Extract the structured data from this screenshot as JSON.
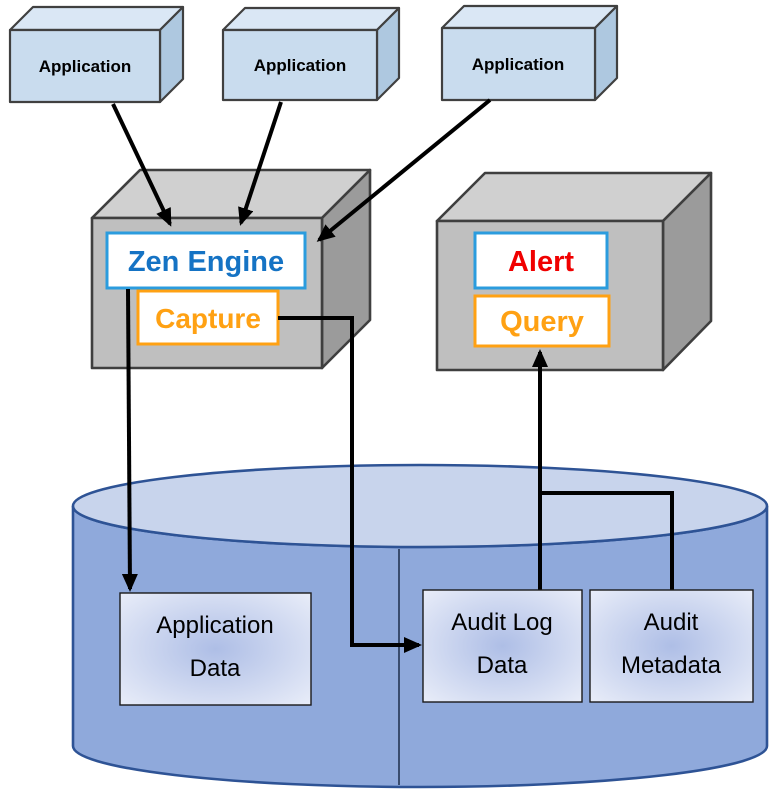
{
  "diagram": {
    "applications": [
      {
        "label": "Application"
      },
      {
        "label": "Application"
      },
      {
        "label": "Application"
      }
    ],
    "engine_box": {
      "engine_label": "Zen Engine",
      "capture_label": "Capture"
    },
    "monitor_box": {
      "alert_label": "Alert",
      "query_label": "Query"
    },
    "datastore": {
      "application_data": {
        "line1": "Application",
        "line2": "Data"
      },
      "audit_log_data": {
        "line1": "Audit Log",
        "line2": "Data"
      },
      "audit_metadata": {
        "line1": "Audit",
        "line2": "Metadata"
      }
    },
    "edges": [
      {
        "from": "application-1",
        "to": "zen-engine"
      },
      {
        "from": "application-2",
        "to": "zen-engine"
      },
      {
        "from": "application-3",
        "to": "zen-engine"
      },
      {
        "from": "zen-engine",
        "to": "application-data"
      },
      {
        "from": "capture",
        "to": "audit-log-data"
      },
      {
        "from": "audit-log-data",
        "to": "query"
      },
      {
        "from": "audit-metadata",
        "to": "query"
      }
    ],
    "colors": {
      "app_cube_front": "#C9DCEE",
      "app_cube_top": "#DAE7F5",
      "app_cube_side": "#AEC8E0",
      "gray_cube_front": "#BFBFBF",
      "gray_cube_top": "#D0D0D0",
      "gray_cube_side": "#9B9B9B",
      "label_border_blue": "#2B9CDE",
      "engine_text": "#1573C4",
      "orange": "#FFA113",
      "alert_red": "#F00000",
      "cylinder_body": "#8FA9DB",
      "cylinder_top": "#C8D4EC",
      "cylinder_stroke": "#2E5395",
      "databox_center": "#AEBEE6",
      "databox_edge": "#EAEEF9",
      "connector": "#000000"
    }
  }
}
